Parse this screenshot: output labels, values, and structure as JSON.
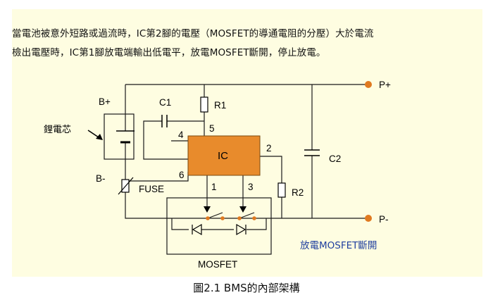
{
  "description": {
    "line1": "當電池被意外短路或過流時，IC第2腳的電壓（MOSFET的導通電阻的分壓）大於電流",
    "line2": "檢出電壓時，IC第1腳放電端輸出低電平，放電MOSFET斷開，停止放電。"
  },
  "caption": "圖2.1 BMS的內部架構",
  "diagram": {
    "terminals": {
      "p_plus": "P+",
      "p_minus": "P-"
    },
    "battery": {
      "cell_label": "鋰電芯",
      "b_plus": "B+",
      "b_minus": "B-"
    },
    "components": {
      "c1": "C1",
      "c2": "C2",
      "r1": "R1",
      "r2": "R2",
      "ic": "IC",
      "fuse": "FUSE",
      "mosfet": "MOSFET"
    },
    "ic_pins": {
      "pin1": "1",
      "pin2": "2",
      "pin3": "3",
      "pin4": "4",
      "pin5": "5",
      "pin6": "6"
    },
    "annotation": "放電MOSFET斷開",
    "colors": {
      "background": "#fefde1",
      "ic_fill": "#e88b2c",
      "terminal": "#e07a20",
      "annotation": "#1f3f9f"
    }
  }
}
